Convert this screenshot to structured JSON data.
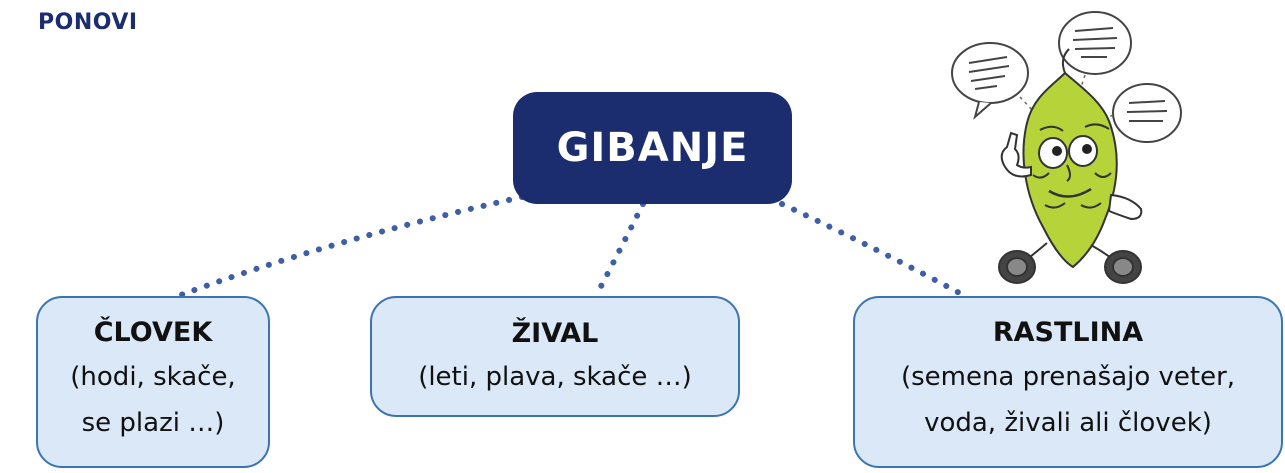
{
  "heading": "PONOVI",
  "root": {
    "label": "GIBANJE"
  },
  "nodes": [
    {
      "title": "ČLOVEK",
      "lines": [
        "(hodi, skače,",
        "se plazi …)"
      ]
    },
    {
      "title": "ŽIVAL",
      "lines": [
        "(leti, plava, skače …)"
      ]
    },
    {
      "title": "RASTLINA",
      "lines": [
        "(semena prenašajo veter,",
        "voda, živali ali človek)"
      ]
    }
  ],
  "colors": {
    "root_bg": "#1b2d6e",
    "node_bg": "#dbe8f7",
    "node_border": "#3b74b3",
    "connector": "#3e5ea8",
    "mascot_green": "#b6d33a"
  },
  "mascot": {
    "icon": "hop-cone-mascot-thinking"
  }
}
